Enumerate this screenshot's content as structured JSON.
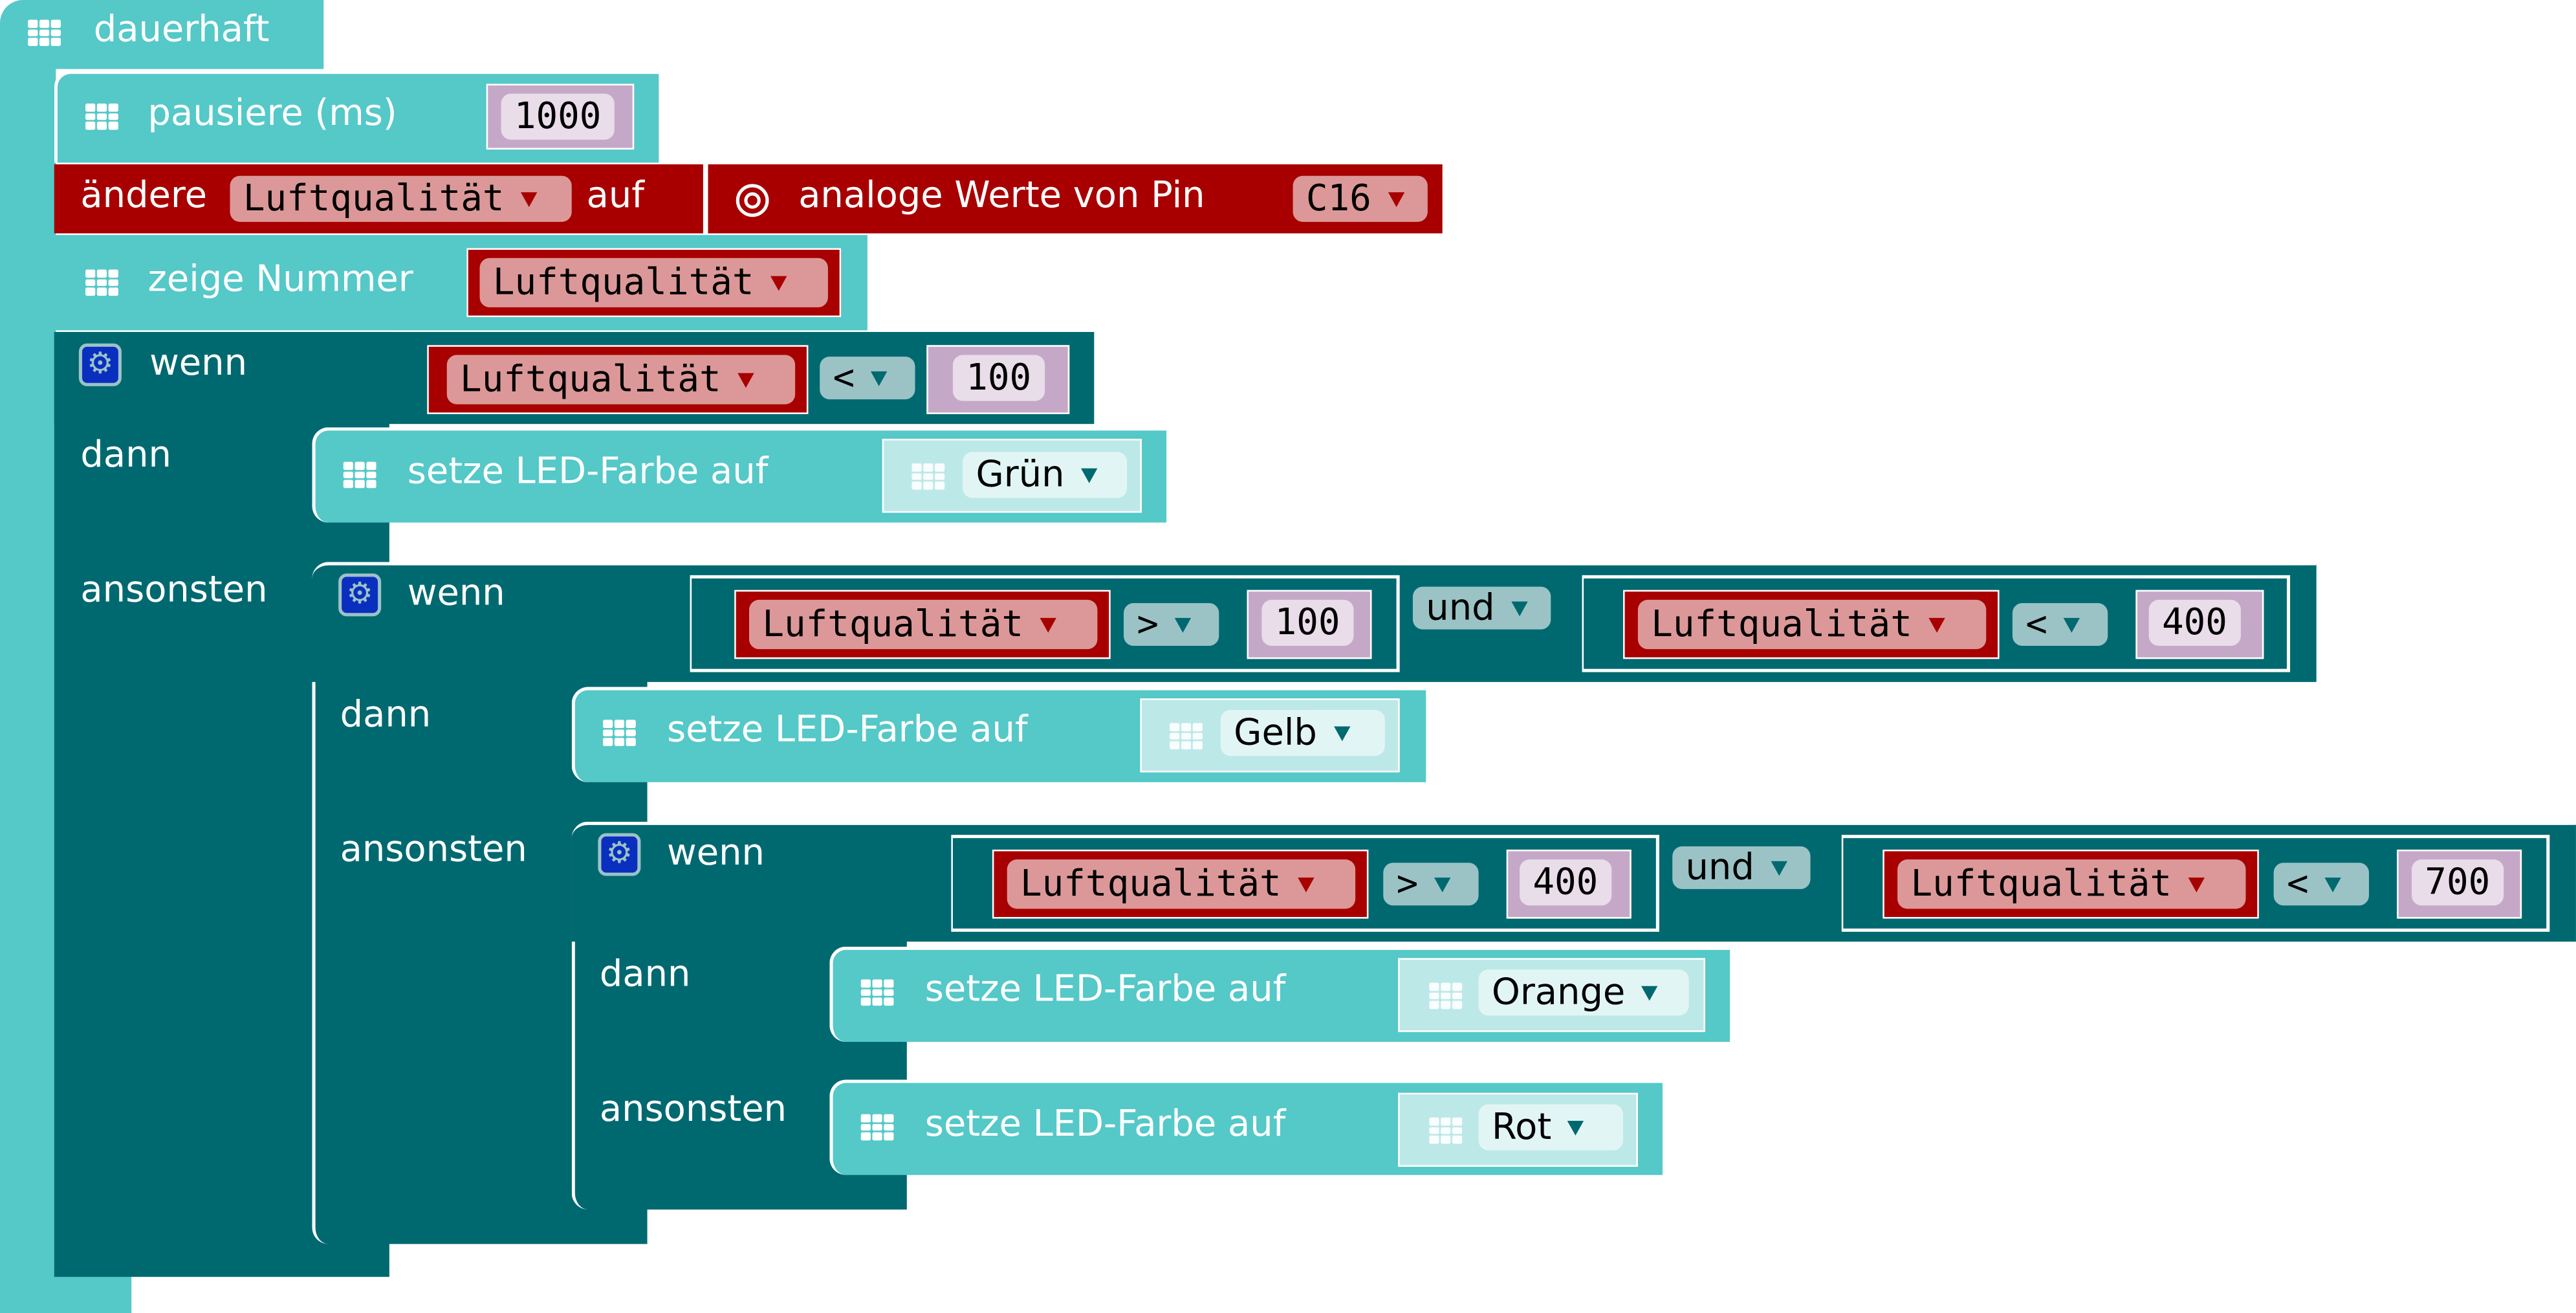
{
  "forever": {
    "label": "dauerhaft"
  },
  "pause": {
    "label": "pausiere (ms)",
    "value": "1000"
  },
  "set_var": {
    "label": "ändere",
    "variable": "Luftqualität",
    "to_label": "auf",
    "sensor_label": "analoge Werte von Pin",
    "pin": "C16"
  },
  "show_number": {
    "label": "zeige Nummer",
    "variable": "Luftqualität"
  },
  "if1": {
    "if_label": "wenn",
    "then_label": "dann",
    "else_label": "ansonsten",
    "cond": {
      "variable": "Luftqualität",
      "op": "<",
      "value": "100"
    },
    "then": {
      "label": "setze LED-Farbe auf",
      "color": "Grün"
    }
  },
  "if2": {
    "if_label": "wenn",
    "then_label": "dann",
    "else_label": "ansonsten",
    "cond": {
      "left": {
        "variable": "Luftqualität",
        "op": ">",
        "value": "100"
      },
      "logic": "und",
      "right": {
        "variable": "Luftqualität",
        "op": "<",
        "value": "400"
      }
    },
    "then": {
      "label": "setze LED-Farbe auf",
      "color": "Gelb"
    }
  },
  "if3": {
    "if_label": "wenn",
    "then_label": "dann",
    "else_label": "ansonsten",
    "cond": {
      "left": {
        "variable": "Luftqualität",
        "op": ">",
        "value": "400"
      },
      "logic": "und",
      "right": {
        "variable": "Luftqualität",
        "op": "<",
        "value": "700"
      }
    },
    "then": {
      "label": "setze LED-Farbe auf",
      "color": "Orange"
    },
    "else": {
      "label": "setze LED-Farbe auf",
      "color": "Rot"
    }
  },
  "colors": {
    "basic": "#55c8c8",
    "logic": "#006970",
    "variable": "#a80000",
    "math": "#c5a8c8"
  }
}
